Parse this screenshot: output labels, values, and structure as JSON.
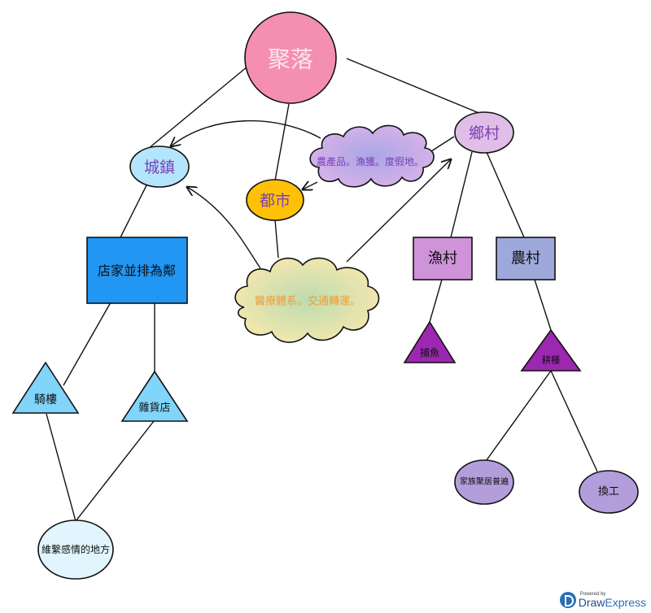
{
  "diagram": {
    "title": "聚落",
    "nodes": {
      "settlement": {
        "label": "聚落",
        "shape": "circle",
        "fill": "#f48fb1",
        "text_color": "#fde4ee"
      },
      "town": {
        "label": "城鎮",
        "shape": "ellipse",
        "fill": "#b3e5fc",
        "text_color": "#7b3fb6"
      },
      "city": {
        "label": "都市",
        "shape": "ellipse",
        "fill": "#ffc107",
        "text_color": "#7b3fb6"
      },
      "village": {
        "label": "鄉村",
        "shape": "ellipse",
        "fill": "#e1bee7",
        "text_color": "#7b3fb6"
      },
      "rural_products_cloud": {
        "label": "農產品。漁獲。度假地。",
        "shape": "cloud",
        "fill": "#c9a6e0",
        "text_color": "#7b3fb6"
      },
      "shops_adjacent": {
        "label": "店家並排為鄰",
        "shape": "rectangle",
        "fill": "#2196f3",
        "text_color": "#111111"
      },
      "services_cloud": {
        "label": "醫療體系。交通轉運。",
        "shape": "cloud",
        "fill": "#f7e7a8",
        "text_color": "#f39c34"
      },
      "fishing_village": {
        "label": "漁村",
        "shape": "rectangle",
        "fill": "#ce93d8",
        "text_color": "#111111"
      },
      "farming_village": {
        "label": "農村",
        "shape": "rectangle",
        "fill": "#9fa8da",
        "text_color": "#111111"
      },
      "arcade": {
        "label": "騎樓",
        "shape": "triangle",
        "fill": "#81d4fa",
        "text_color": "#111111"
      },
      "grocery": {
        "label": "雜貨店",
        "shape": "triangle",
        "fill": "#81d4fa",
        "text_color": "#111111"
      },
      "fishing": {
        "label": "捕魚",
        "shape": "triangle",
        "fill": "#9c27b0",
        "text_color": "#111111"
      },
      "farming": {
        "label": "耕種",
        "shape": "triangle",
        "fill": "#9c27b0",
        "text_color": "#111111"
      },
      "bonding_place": {
        "label": "維繫感情的地方",
        "shape": "ellipse",
        "fill": "#e1f5fe",
        "text_color": "#111111"
      },
      "family_clusters": {
        "label": "家族聚居普遍",
        "shape": "ellipse",
        "fill": "#b39ddb",
        "text_color": "#111111"
      },
      "barter": {
        "label": "換工",
        "shape": "ellipse",
        "fill": "#b39ddb",
        "text_color": "#111111"
      }
    },
    "edges": [
      {
        "from": "settlement",
        "to": "town",
        "arrow": false
      },
      {
        "from": "settlement",
        "to": "city",
        "arrow": false
      },
      {
        "from": "settlement",
        "to": "village",
        "arrow": false
      },
      {
        "from": "town",
        "to": "shops_adjacent",
        "arrow": false
      },
      {
        "from": "shops_adjacent",
        "to": "arcade",
        "arrow": false
      },
      {
        "from": "shops_adjacent",
        "to": "grocery",
        "arrow": false
      },
      {
        "from": "arcade",
        "to": "bonding_place",
        "arrow": false
      },
      {
        "from": "grocery",
        "to": "bonding_place",
        "arrow": false
      },
      {
        "from": "village",
        "to": "fishing_village",
        "arrow": false
      },
      {
        "from": "village",
        "to": "farming_village",
        "arrow": false
      },
      {
        "from": "fishing_village",
        "to": "fishing",
        "arrow": false
      },
      {
        "from": "farming_village",
        "to": "farming",
        "arrow": false
      },
      {
        "from": "farming",
        "to": "family_clusters",
        "arrow": false
      },
      {
        "from": "farming",
        "to": "barter",
        "arrow": false
      },
      {
        "from": "village",
        "to": "rural_products_cloud",
        "arrow": false
      },
      {
        "from": "rural_products_cloud",
        "to": "town",
        "arrow": true
      },
      {
        "from": "rural_products_cloud",
        "to": "city",
        "arrow": true
      },
      {
        "from": "city",
        "to": "services_cloud",
        "arrow": false
      },
      {
        "from": "services_cloud",
        "to": "town",
        "arrow": true
      },
      {
        "from": "services_cloud",
        "to": "village",
        "arrow": true
      }
    ]
  },
  "watermark": {
    "powered_by": "Powered by",
    "brand_part1": "Draw",
    "brand_part2": "Express"
  }
}
